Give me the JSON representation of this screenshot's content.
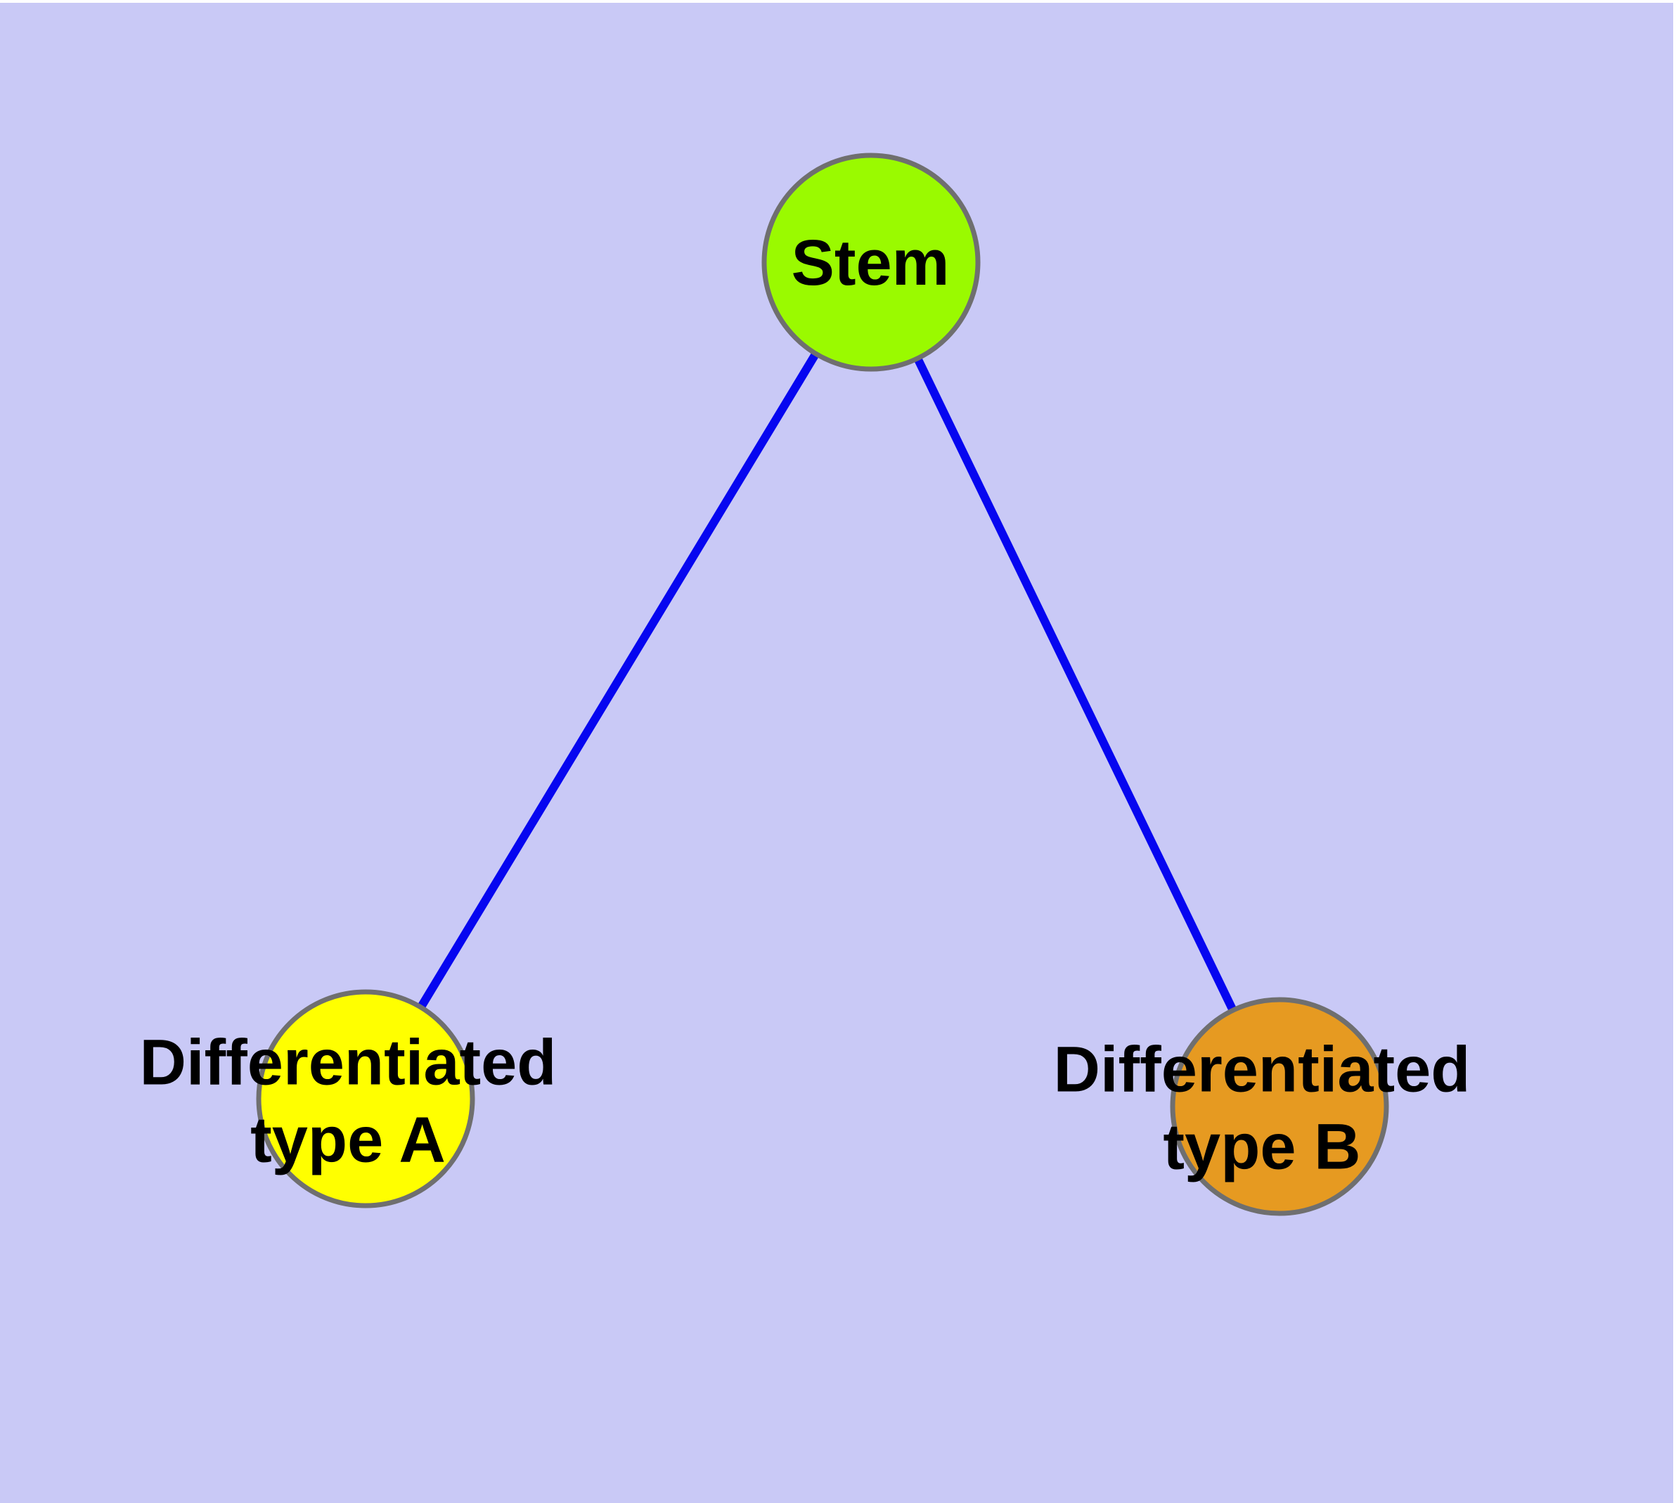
{
  "diagram": {
    "type": "node-link-graph",
    "background_color": "#c9c9f6",
    "margin_color": "#ffffff",
    "node_border_color": "#6f6f6f",
    "edge_color": "#0606f0",
    "label_color": "#000000",
    "nodes": [
      {
        "id": "stem",
        "label": "Stem",
        "fill": "#9afa00"
      },
      {
        "id": "type-a",
        "label": "Differentiated\ntype A",
        "fill": "#ffff00"
      },
      {
        "id": "type-b",
        "label": "Differentiated\ntype B",
        "fill": "#e69a21"
      }
    ],
    "edges": [
      {
        "from": "stem",
        "to": "type-a"
      },
      {
        "from": "stem",
        "to": "type-b"
      }
    ]
  }
}
